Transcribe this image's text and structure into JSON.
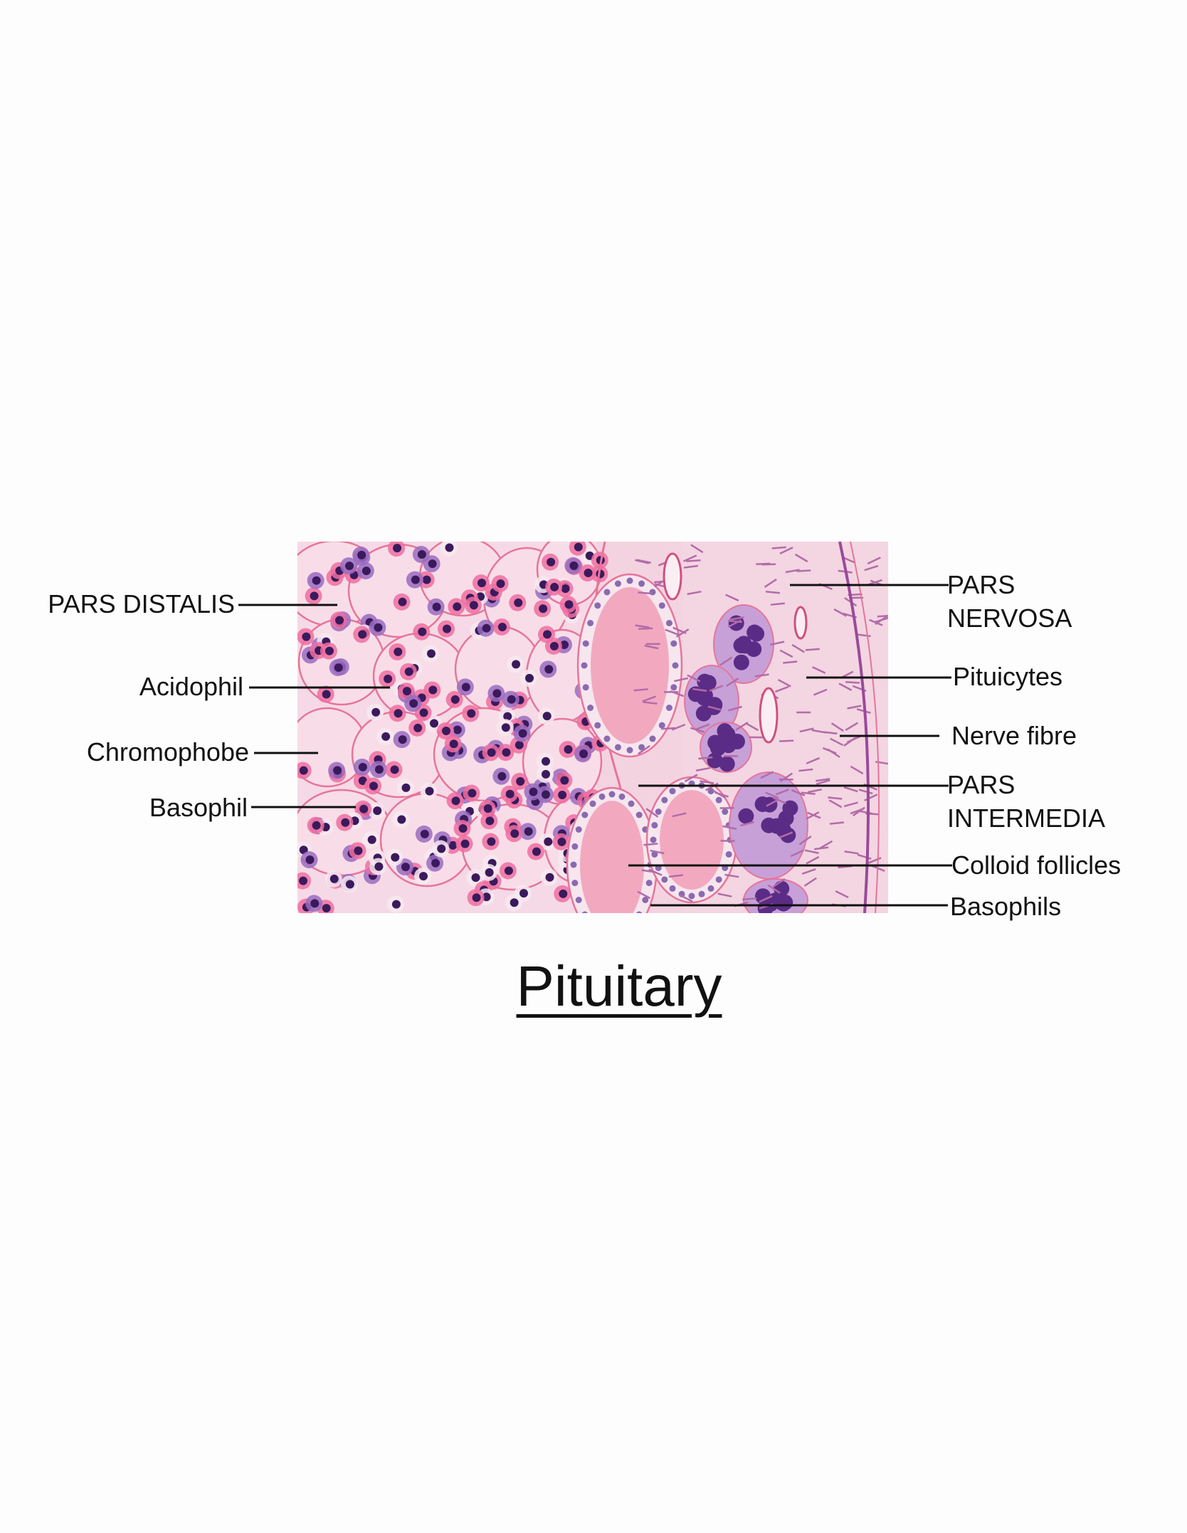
{
  "title": "Pituitary",
  "labels_left": {
    "pars_distalis": "PARS DISTALIS",
    "acidophil": "Acidophil",
    "chromophobe": "Chromophobe",
    "basophil": "Basophil"
  },
  "labels_right": {
    "pars_nervosa_1": "PARS",
    "pars_nervosa_2": "NERVOSA",
    "pituicytes": "Pituicytes",
    "nerve_fibre": "Nerve fibre",
    "pars_intermedia_1": "PARS",
    "pars_intermedia_2": "INTERMEDIA",
    "colloid_follicles": "Colloid follicles",
    "basophils": "Basophils"
  },
  "colors": {
    "background": "#fdfdfd",
    "tissue_base": "#f4d3e1",
    "membrane": "#e6759a",
    "acidophil": "#ee6fa0",
    "basophil": "#9a6cbf",
    "nucleus": "#3a1a5c",
    "colloid": "#f2a9c0",
    "leader_line": "#111111"
  }
}
